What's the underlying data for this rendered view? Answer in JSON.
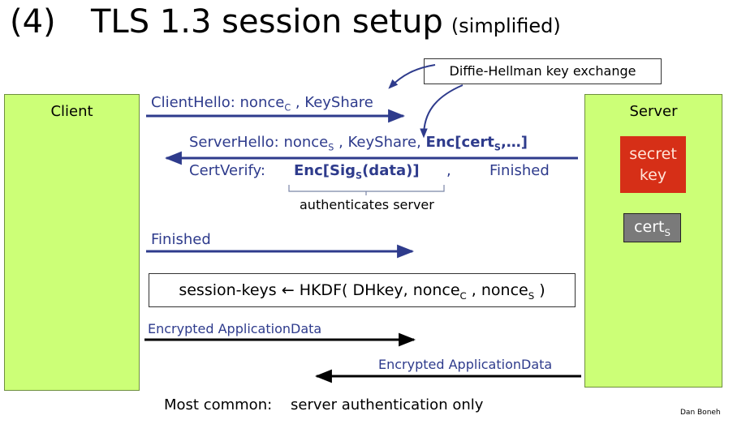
{
  "title": {
    "number": "(4)",
    "main": "TLS 1.3 session setup",
    "sub": "(simplified)"
  },
  "callout": "Diffie-Hellman key exchange",
  "client_label": "Client",
  "server_label": "Server",
  "secret_key": {
    "line1": "secret",
    "line2": "key"
  },
  "cert": {
    "text": "cert",
    "sub": "S"
  },
  "messages": {
    "client_hello": {
      "text": "ClientHello: nonce",
      "sub": "C",
      "tail": " , KeyShare"
    },
    "server_hello": {
      "text": "ServerHello: nonce",
      "sub": "S",
      "mid": " , KeyShare, ",
      "enc": "Enc[cert",
      "enc_sub": "S",
      "enc_tail": ",…]"
    },
    "cert_verify": {
      "text": "CertVerify:",
      "enc": "Enc[Sig",
      "enc_sub": "S",
      "enc_tail": "(data)]",
      "comma": ",",
      "finished": "Finished"
    },
    "authenticates": "authenticates server",
    "client_finished": "Finished",
    "session_keys": {
      "lhs": "session-keys ←  HKDF( DHkey, nonce",
      "sub1": "C",
      "mid": " , nonce",
      "sub2": "S",
      "tail": " )"
    },
    "app_data_client": "Encrypted ApplicationData",
    "app_data_server": "Encrypted ApplicationData"
  },
  "footer": "Most common:    server authentication only",
  "author": "Dan Boneh",
  "colors": {
    "arrow_blue": "#2e3b8c",
    "panel_green": "#ccff77",
    "secret_red": "#d62f17",
    "cert_gray": "#7a7a7a"
  }
}
